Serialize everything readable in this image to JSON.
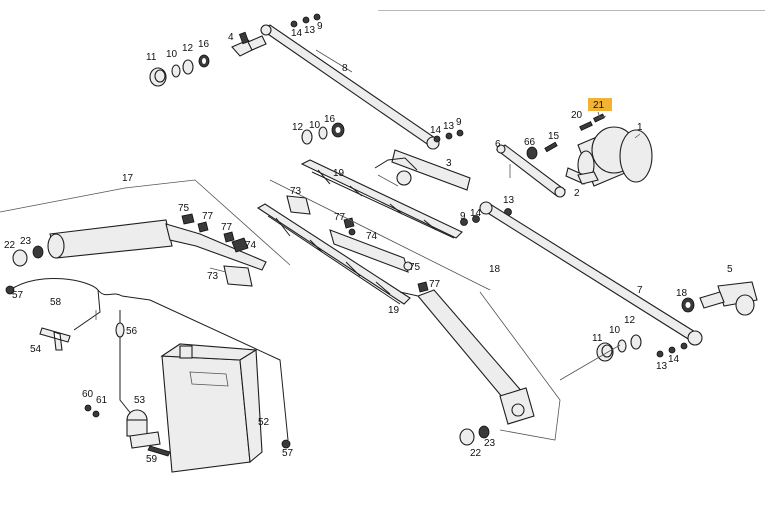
{
  "labels": {
    "l1": "1",
    "l2": "2",
    "l3": "3",
    "l4": "4",
    "l5": "5",
    "l6": "6",
    "l7": "7",
    "l8": "8",
    "l9a": "9",
    "l9b": "9",
    "l9c": "9",
    "l10a": "10",
    "l10b": "10",
    "l10c": "10",
    "l11a": "11",
    "l11b": "11",
    "l12a": "12",
    "l12b": "12",
    "l12c": "12",
    "l13a": "13",
    "l13b": "13",
    "l13c": "13",
    "l13d": "13",
    "l14a": "14",
    "l14b": "14",
    "l14c": "14",
    "l14d": "14",
    "l15": "15",
    "l16a": "16",
    "l16b": "16",
    "l17": "17",
    "l18": "18",
    "l18b": "18",
    "l19a": "19",
    "l19b": "19",
    "l20": "20",
    "l21": "21",
    "l22a": "22",
    "l22b": "22",
    "l23a": "23",
    "l23b": "23",
    "l52": "52",
    "l53": "53",
    "l54": "54",
    "l56": "56",
    "l57a": "57",
    "l57b": "57",
    "l58": "58",
    "l59": "59",
    "l60": "60",
    "l61": "61",
    "l66": "66",
    "l73a": "73",
    "l73b": "73",
    "l74a": "74",
    "l74b": "74",
    "l75a": "75",
    "l75b": "75",
    "l77a": "77",
    "l77b": "77",
    "l77c": "77",
    "l77d": "77"
  },
  "highlight": {
    "part": "21",
    "color": "#f2b233"
  }
}
